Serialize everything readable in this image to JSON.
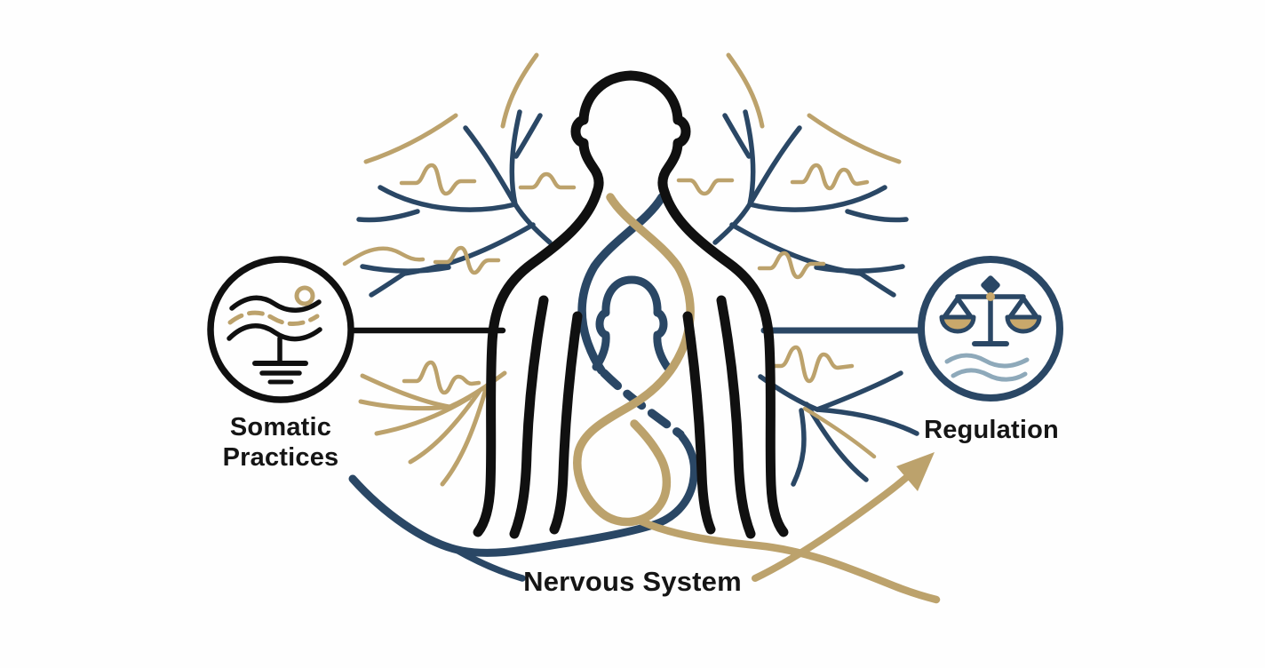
{
  "labels": {
    "left_node": "Somatic Practices",
    "right_node": "Regulation",
    "center_bottom": "Nervous System"
  },
  "icons": {
    "left": "grounding-wave-icon",
    "right": "balance-scale-icon"
  },
  "colors": {
    "background": "#fefefe",
    "ink": "#101010",
    "navy": "#2a4765",
    "gold": "#bca26c",
    "gold_fill": "#c9a86b",
    "light_blue": "#8ea9ba",
    "text": "#151515"
  }
}
